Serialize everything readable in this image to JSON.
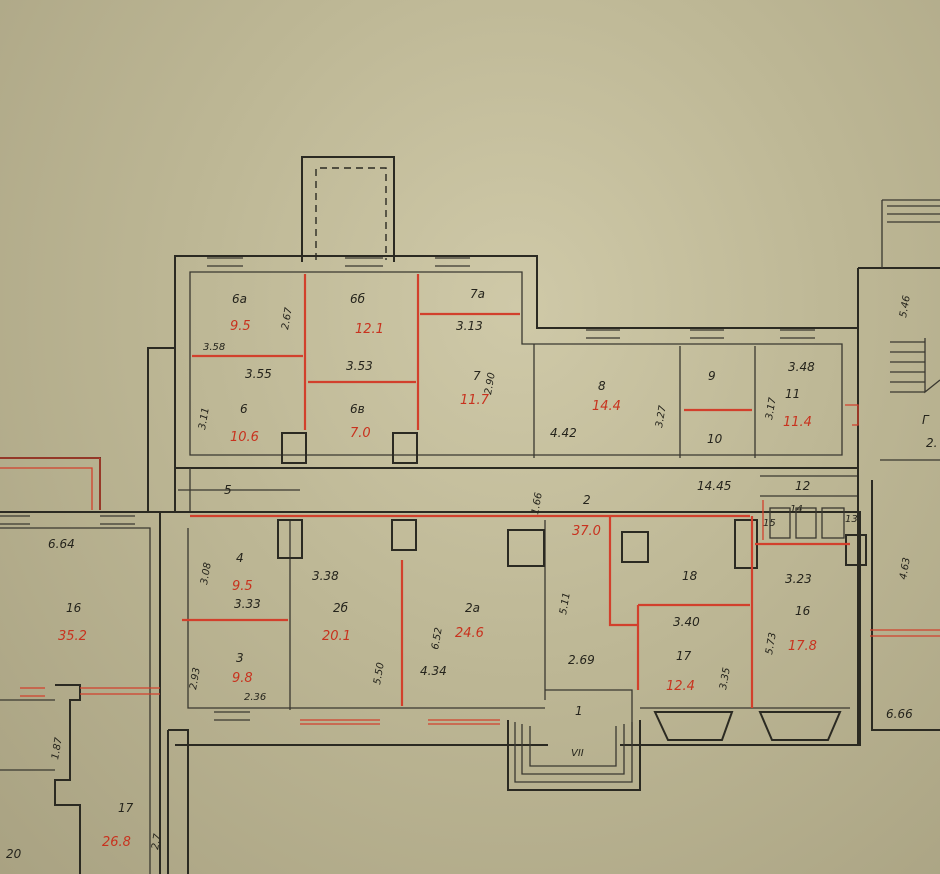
{
  "room_labels": {
    "r6a_num": "6а",
    "r6a_area": "9.5",
    "r6b_num": "6б",
    "r6b_area": "12.1",
    "r7a_num": "7а",
    "r6_num": "6",
    "r6_area": "10.6",
    "r6v_num": "6в",
    "r6v_area": "7.0",
    "r7_num": "7",
    "r7_area": "11.7",
    "r8_num": "8",
    "r8_area": "14.4",
    "r9_num": "9",
    "r10_num": "10",
    "r11_num": "11",
    "r11_area": "11.4",
    "r12_num": "12",
    "r13_num": "13",
    "r14_num": "14",
    "r15_num": "15",
    "r5_num": "5",
    "r2_num": "2",
    "r2_area": "37.0",
    "r4_num": "4",
    "r4_area": "9.5",
    "r3_num": "3",
    "r3_area": "9.8",
    "r2b_num": "2б",
    "r2b_area": "20.1",
    "r2a_num": "2а",
    "r2a_area": "24.6",
    "r18_num": "18",
    "r17_num": "17",
    "r17_area": "12.4",
    "r16_num": "16",
    "r16_area": "17.8",
    "r1_num": "1",
    "entrance_mark": "VII",
    "left16_num": "16",
    "left16_area": "35.2",
    "left17_num": "17",
    "left17_area": "26.8",
    "left20_num": "20",
    "stair_mark": "Г"
  },
  "dimensions": {
    "d_267": "2.67",
    "d_313": "3.13",
    "d_290": "2.90",
    "d_358": "3.58",
    "d_355": "3.55",
    "d_353": "3.53",
    "d_311": "3.11",
    "d_442": "4.42",
    "d_327": "3.27",
    "d_348": "3.48",
    "d_317": "3.17",
    "d_166": "1.66",
    "d_1445": "14.45",
    "d_308": "3.08",
    "d_664": "6.64",
    "d_338": "3.38",
    "d_333": "3.33",
    "d_652": "6.52",
    "d_511": "5.11",
    "d_323": "3.23",
    "d_340": "3.40",
    "d_293": "2.93",
    "d_236": "2.36",
    "d_550": "5.50",
    "d_434": "4.34",
    "d_269": "2.69",
    "d_335": "3.35",
    "d_573": "5.73",
    "d_666": "6.66",
    "d_546": "5.46",
    "d_463": "4.63",
    "d_187": "1.87",
    "d_27": "2.7",
    "d_2": "2."
  },
  "colors": {
    "paper": "#c4be9d",
    "ink": "#2b2a22",
    "red_ink": "#d2402c"
  }
}
